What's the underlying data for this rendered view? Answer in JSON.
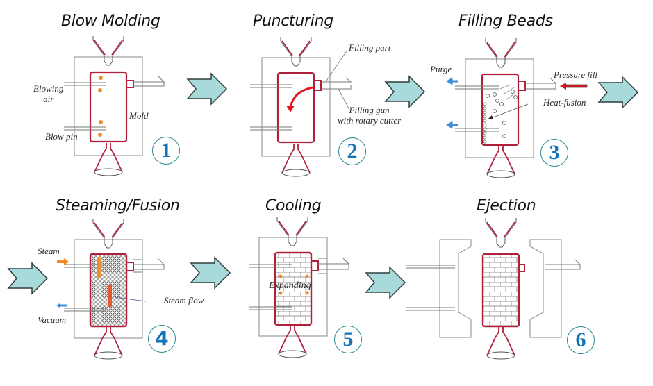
{
  "diagram": {
    "subject": "Blow molding bead-foam process steps",
    "accent_colors": {
      "mold_outline": "#b0203a",
      "arrow_fill": "#a9dadb",
      "arrow_stroke": "#2f3e3e",
      "step_number": "#1473b8",
      "step_circle": "#2a8a90",
      "steam": "#f08a24",
      "purge_vacuum": "#3b8fd6",
      "pressure_fill_arrow": "#d0161e"
    },
    "steps": [
      {
        "number": "1",
        "title": "Blow Molding",
        "labels": {
          "blowing_air": "Blowing\nair",
          "blow_pin": "Blow pin",
          "mold": "Mold"
        }
      },
      {
        "number": "2",
        "title": "Puncturing",
        "labels": {
          "filling_part": "Filling part",
          "filling_gun": "Filling gun\nwith rotary cutter"
        }
      },
      {
        "number": "3",
        "title": "Filling Beads",
        "labels": {
          "purge": "Purge",
          "pressure_fill": "Pressure fill",
          "heat_fusion": "Heat-fusion"
        }
      },
      {
        "number": "4",
        "title": "Steaming/Fusion",
        "labels": {
          "steam": "Steam",
          "vacuum": "Vacuum",
          "steam_flow": "Steam flow"
        }
      },
      {
        "number": "5",
        "title": "Cooling",
        "labels": {
          "expanding": "Expanding"
        }
      },
      {
        "number": "6",
        "title": "Ejection",
        "labels": {}
      }
    ],
    "flow_arrows": [
      "1→2",
      "2→3",
      "3→4",
      "4→5",
      "5→6"
    ]
  }
}
